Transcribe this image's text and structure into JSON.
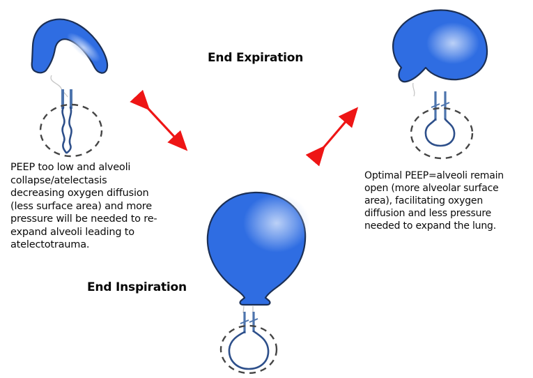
{
  "diagram": {
    "top_label": "End Expiration",
    "bottom_label": "End Inspiration",
    "left_note": "PEEP too low and alveoli\ncollapse/atelectasis\ndecreasing oxygen diffusion\n(less surface area) and more\npressure will be needed to re-\nexpand alveoli leading to\natelectotrauma.",
    "right_note": "Optimal PEEP=alveoli remain\nopen (more alveolar surface\narea), facilitating oxygen\ndiffusion and less pressure\nneeded to expand the lung."
  },
  "icons": {
    "top_left": "deflated-balloon-icon",
    "top_right": "inflated-balloon-icon",
    "bottom_center": "fully-inflated-balloon-icon",
    "left_circle": "collapsed-alveolus-icon",
    "right_circle": "open-alveolus-icon",
    "bottom_circle": "expanded-alveolus-icon",
    "arrows": "red-double-headed-arrow"
  },
  "colors": {
    "balloon_fill": "#2f6de2",
    "balloon_highlight": "#c3d6f8",
    "balloon_outline": "#1b2f55",
    "tube_stroke": "#4d74ad",
    "tube_stroke_dark": "#2d4f8a",
    "dashed_circle": "#454545",
    "string": "#c6c6c6",
    "arrow": "#ee1515",
    "text": "#0a0a0a",
    "background": "#ffffff"
  }
}
